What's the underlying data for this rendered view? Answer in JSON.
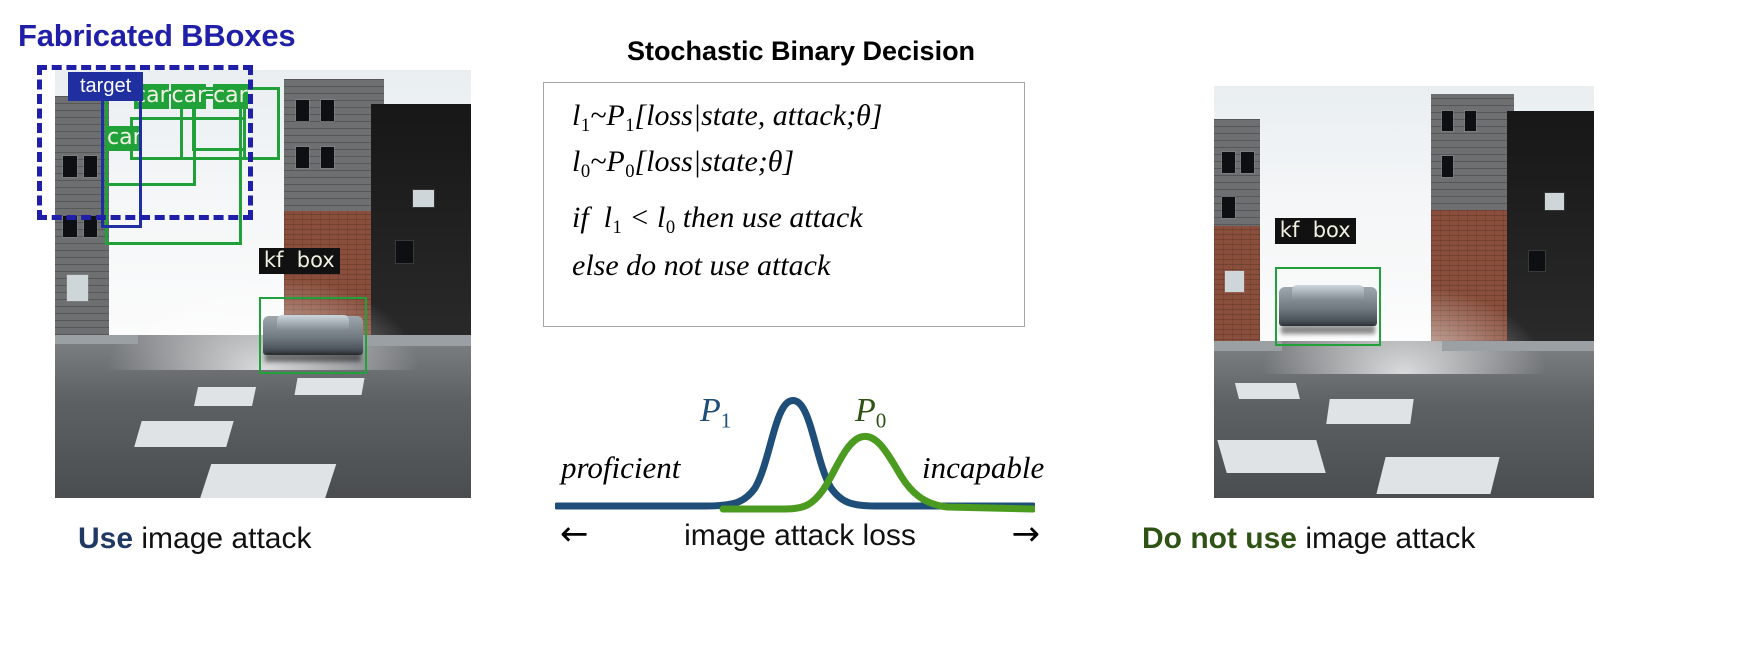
{
  "left_panel": {
    "title": "Fabricated BBoxes",
    "title_color": "#1f1fa8",
    "target_label": "target",
    "detection_labels": [
      "car",
      "car",
      "car",
      "car"
    ],
    "kf_label": "kf  box",
    "caption_bold": "Use",
    "caption_rest": " image attack",
    "caption_bold_color": "#1f3864"
  },
  "center_panel": {
    "title": "Stochastic Binary Decision",
    "formula_lines": [
      {
        "id": "l1",
        "parts": [
          "l",
          "1",
          "~P",
          "1",
          "[loss|state, attack; θ]"
        ]
      },
      {
        "id": "l0",
        "parts": [
          "l",
          "0",
          "~P",
          "0",
          "[loss|state; θ]"
        ]
      },
      {
        "id": "if",
        "text": "if  l1 < l0 then use attack"
      },
      {
        "id": "else",
        "text": "else do not use attack"
      }
    ],
    "formula_plain": [
      "l₁~P₁[loss|state, attack; θ]",
      "l₀~P₀[loss|state; θ]",
      "if  l₁ < l₀ then use attack",
      "else do not use attack"
    ],
    "axis_label": "image attack loss",
    "arrow_left": "←",
    "arrow_right": "→",
    "left_word": "proficient",
    "right_word": "incapable",
    "curve_labels": {
      "p1": "P",
      "p1_sub": "1",
      "p0": "P",
      "p0_sub": "0"
    },
    "colors": {
      "p1": "#1f4e79",
      "p0": "#4a9b1f",
      "box_border": "#a6a6a6"
    }
  },
  "right_panel": {
    "kf_label": "kf  box",
    "caption_bold": "Do not use",
    "caption_rest": " image attack",
    "caption_bold_color": "#2f5314"
  },
  "chart_data": {
    "type": "line",
    "title": "",
    "xlabel": "image attack loss",
    "ylabel": "",
    "series": [
      {
        "name": "P1",
        "color": "#1f4e79",
        "annotation": "proficient",
        "mean": 0.46,
        "sigma": 0.075,
        "peak": 1.0,
        "x": [
          0.0,
          0.05,
          0.1,
          0.15,
          0.2,
          0.25,
          0.3,
          0.35,
          0.4,
          0.42,
          0.44,
          0.46,
          0.48,
          0.5,
          0.52,
          0.56,
          0.6,
          0.65,
          0.7,
          0.8,
          0.9,
          1.0
        ],
        "y": [
          0.0,
          0.0,
          0.0,
          0.0,
          0.01,
          0.02,
          0.06,
          0.22,
          0.72,
          0.9,
          0.99,
          1.0,
          0.99,
          0.9,
          0.72,
          0.3,
          0.08,
          0.02,
          0.01,
          0.0,
          0.0,
          0.0
        ]
      },
      {
        "name": "P0",
        "color": "#4a9b1f",
        "annotation": "incapable",
        "mean": 0.64,
        "sigma": 0.11,
        "peak": 0.66,
        "x": [
          0.0,
          0.1,
          0.2,
          0.3,
          0.35,
          0.4,
          0.45,
          0.5,
          0.55,
          0.6,
          0.64,
          0.68,
          0.72,
          0.78,
          0.84,
          0.9,
          0.95,
          1.0
        ],
        "y": [
          0.0,
          0.0,
          0.01,
          0.04,
          0.08,
          0.15,
          0.27,
          0.42,
          0.56,
          0.65,
          0.66,
          0.63,
          0.54,
          0.37,
          0.21,
          0.09,
          0.04,
          0.01
        ]
      }
    ],
    "xlim": [
      0,
      1
    ],
    "ylim": [
      0,
      1.05
    ],
    "grid": false,
    "legend": "inline-annotations"
  }
}
